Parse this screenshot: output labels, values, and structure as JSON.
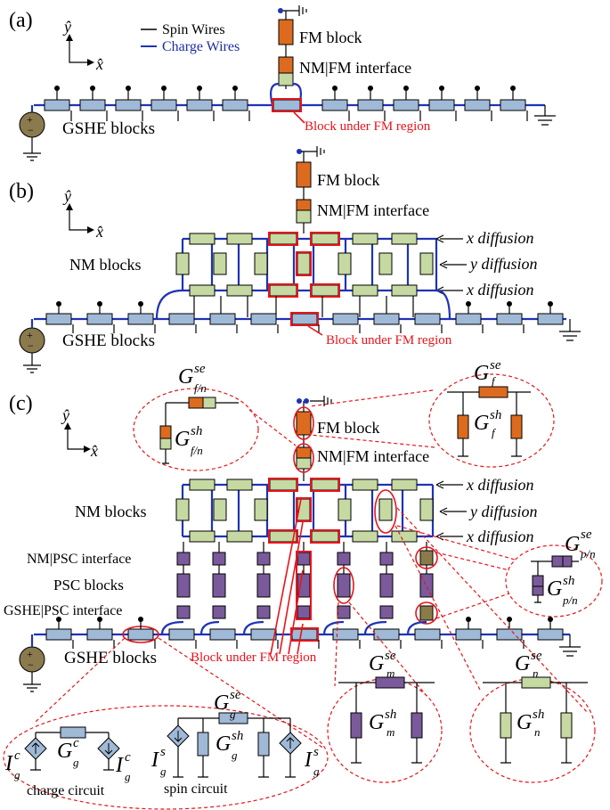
{
  "labels": {
    "panel_a": "(a)",
    "panel_b": "(b)",
    "panel_c": "(c)",
    "axis_y": "ŷ",
    "axis_x": "x̂",
    "legend_spin": "Spin Wires",
    "legend_charge": "Charge Wires",
    "fm_block": "FM block",
    "nm_fm_interface": "NM|FM interface",
    "gshe_blocks": "GSHE blocks",
    "block_under_fm": "Block under FM region",
    "nm_blocks": "NM blocks",
    "x_diffusion": "x diffusion",
    "y_diffusion": "y diffusion",
    "nm_psc_interface": "NM|PSC interface",
    "psc_blocks": "PSC blocks",
    "gshe_psc_interface": "GSHE|PSC interface",
    "charge_circuit": "charge circuit",
    "spin_circuit": "spin circuit"
  },
  "math": {
    "G": "G",
    "I": "I",
    "se": "se",
    "sh": "sh",
    "c": "c",
    "s": "s",
    "g": "g",
    "f": "f",
    "fn": "f/n",
    "pn": "p/n",
    "m": "m",
    "n": "n"
  },
  "colors": {
    "charge_wire": "#1f33b5",
    "spin_wire": "#000000",
    "gshe_block": "#9fb9d6",
    "nm_block": "#c6d9a2",
    "fm_block": "#dd6b1f",
    "psc_block": "#7a5a9a",
    "highlight": "#e8131b"
  }
}
